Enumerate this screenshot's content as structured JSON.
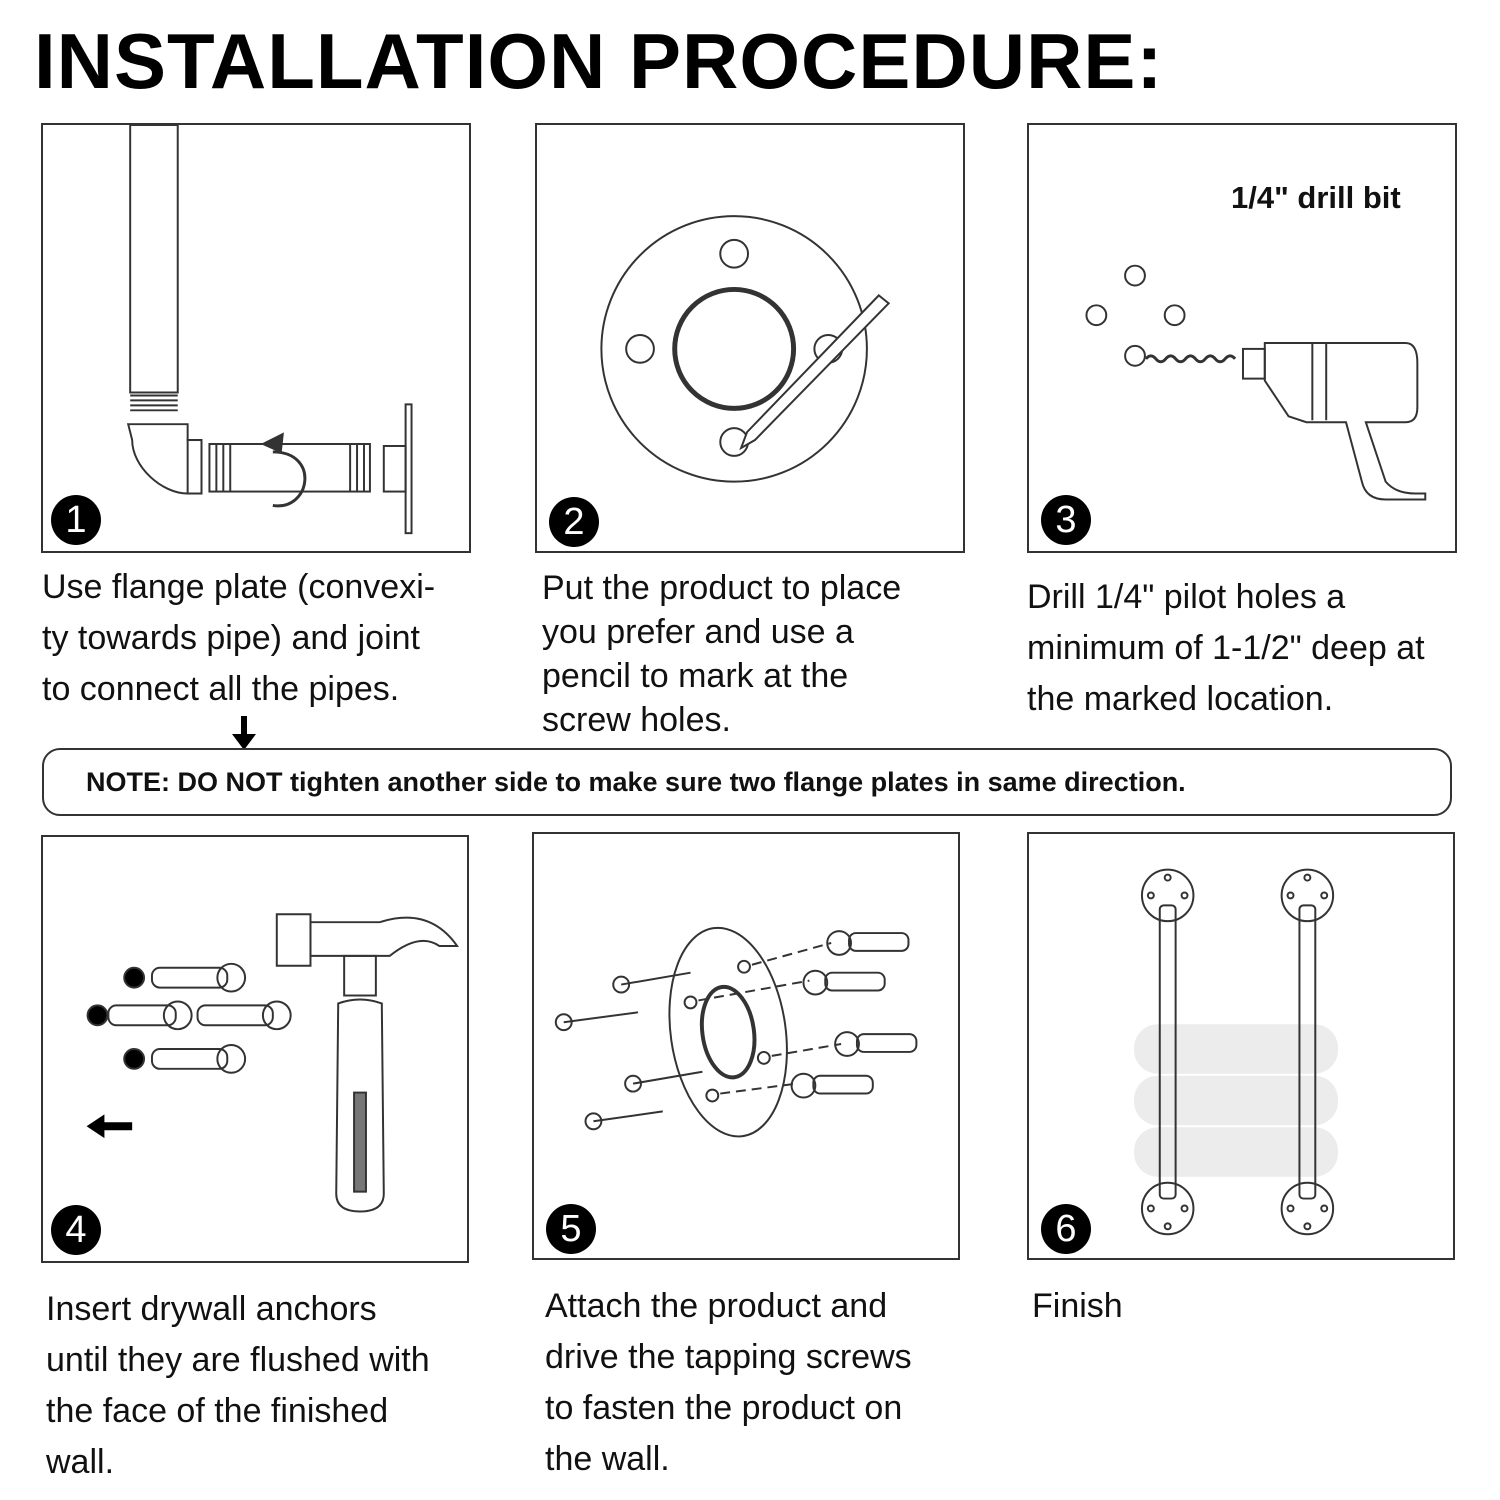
{
  "title": "INSTALLATION PROCEDURE:",
  "note": "NOTE: DO NOT tighten another side to make sure two flange plates in same direction.",
  "steps": [
    {
      "number": "1",
      "text": "Use flange plate (convexi-\nty towards pipe) and joint\nto connect all the pipes."
    },
    {
      "number": "2",
      "text": "Put the product to place\nyou prefer and use a\npencil to mark at the\nscrew holes."
    },
    {
      "number": "3",
      "text": "Drill 1/4\" pilot holes a\nminimum of 1-1/2\" deep at\nthe marked location.",
      "label": "1/4\" drill bit"
    },
    {
      "number": "4",
      "text": "Insert drywall anchors\nuntil they are flushed with\nthe face of the finished\nwall."
    },
    {
      "number": "5",
      "text": "Attach the product and\ndrive the tapping screws\nto fasten the product on\nthe wall."
    },
    {
      "number": "6",
      "text": "Finish"
    }
  ],
  "icons": [
    "pipe-assembly-icon",
    "flange-pencil-icon",
    "drill-icon",
    "hammer-anchor-icon",
    "screws-flange-icon",
    "towel-bar-icon"
  ]
}
